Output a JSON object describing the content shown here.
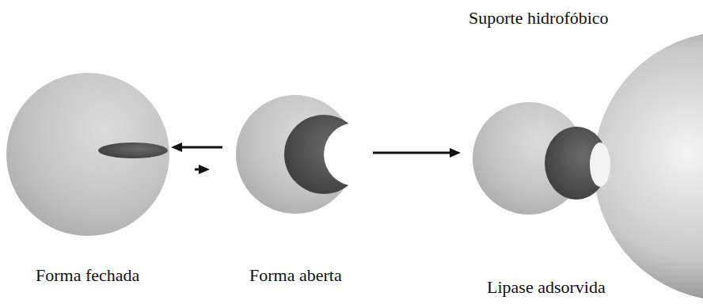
{
  "diagram": {
    "nodes": [
      {
        "text": [
          "Forma fechada"
        ]
      },
      {
        "text": [
          "Forma aberta"
        ]
      },
      {
        "text": [
          "Lipase adsorvida"
        ]
      },
      {
        "text": [
          "Suporte hidrofóbico"
        ]
      }
    ],
    "edges": [
      {
        "from": 1,
        "to": 0,
        "arrow": "to"
      },
      {
        "from": 0,
        "to": 1,
        "arrow": "to"
      },
      {
        "from": 1,
        "to": 2,
        "arrow": "to"
      }
    ]
  }
}
